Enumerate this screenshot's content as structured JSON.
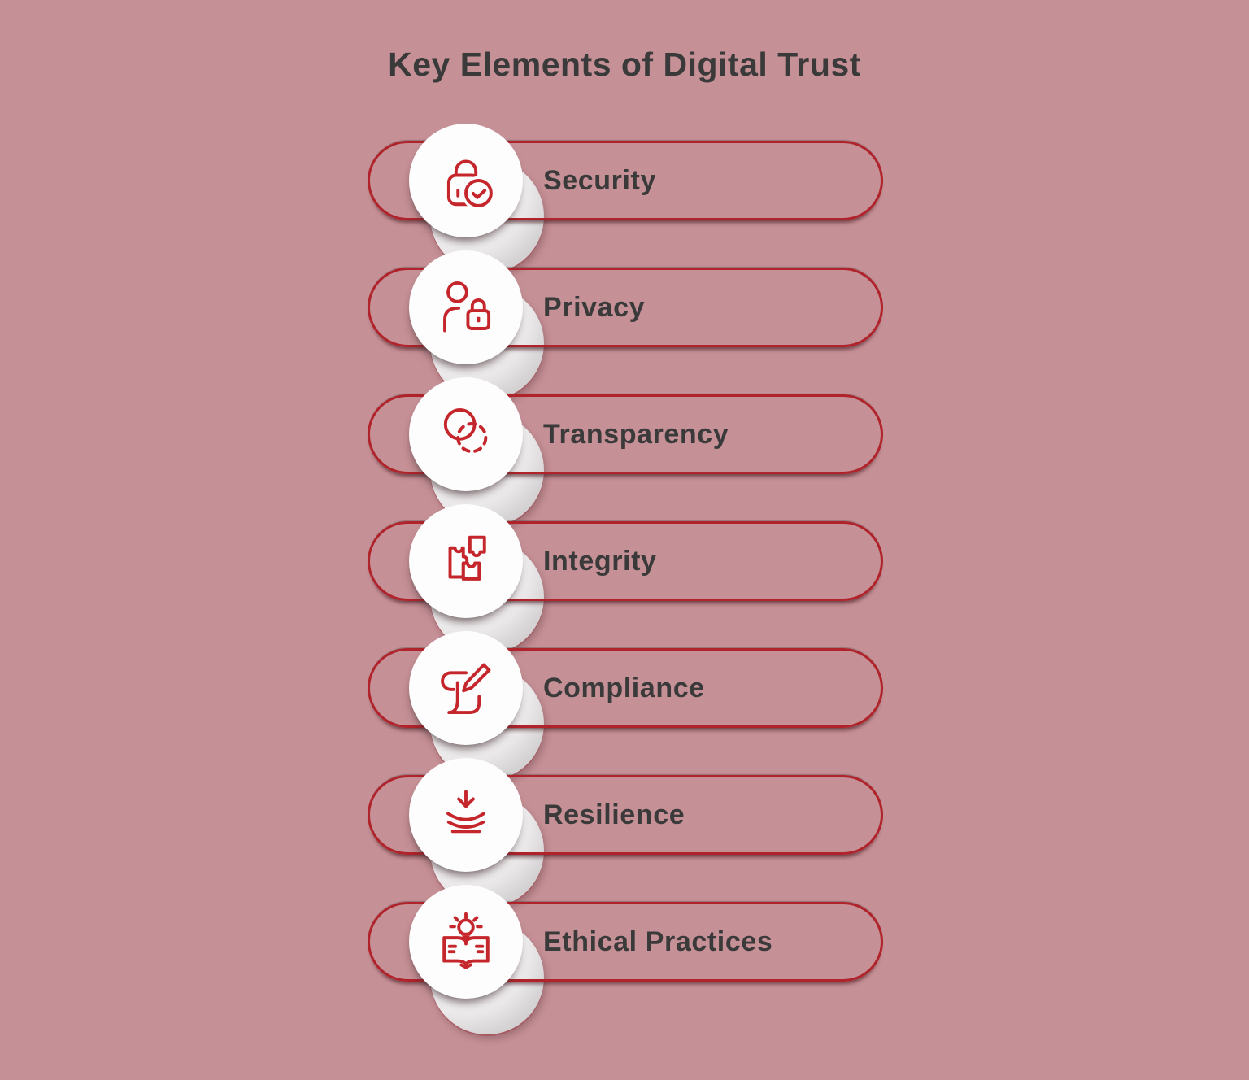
{
  "title": "Key Elements of Digital Trust",
  "items": [
    {
      "label": "Security",
      "icon": "lock-check-icon"
    },
    {
      "label": "Privacy",
      "icon": "user-lock-icon"
    },
    {
      "label": "Transparency",
      "icon": "overlapping-circles-icon"
    },
    {
      "label": "Integrity",
      "icon": "puzzle-pieces-icon"
    },
    {
      "label": "Compliance",
      "icon": "scroll-pencil-icon"
    },
    {
      "label": "Resilience",
      "icon": "flex-arrow-icon"
    },
    {
      "label": "Ethical Practices",
      "icon": "book-lightbulb-icon"
    }
  ],
  "colors": {
    "bg": "#c59096",
    "pill-border": "#b0232a",
    "icon-red": "#c5262c",
    "label": "#3a3a3a",
    "circle": "#fdfdfd"
  }
}
